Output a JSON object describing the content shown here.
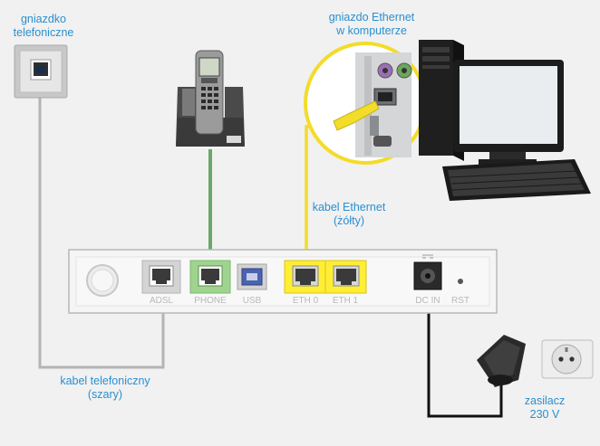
{
  "labels": {
    "wall_socket": [
      "gniazdko",
      "telefoniczne"
    ],
    "ethernet_socket": [
      "gniazdo Ethernet",
      "w komputerze"
    ],
    "ethernet_cable": [
      "kabel Ethernet",
      "(żółty)"
    ],
    "phone_cable": [
      "kabel telefoniczny",
      "(szary)"
    ],
    "power_supply": [
      "zasilacz",
      "230 V"
    ]
  },
  "modem": {
    "ports": [
      "ADSL",
      "PHONE",
      "USB",
      "ETH 0",
      "ETH 1",
      "DC IN",
      "RST"
    ]
  },
  "colors": {
    "label_text": "#2a8fd0",
    "phone_cable": "#b4b4b4",
    "phone_link": "#6aa86a",
    "ethernet_cable": "#f3dc2a",
    "power_cable": "#111111",
    "modem_body": "#f5f5f5",
    "port_green": "#9ed48e",
    "port_yellow": "#ffee33",
    "port_usb": "#4a63b3"
  }
}
